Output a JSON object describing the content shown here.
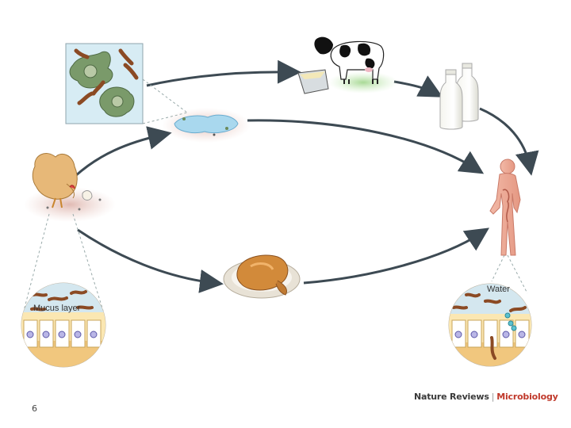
{
  "figure": {
    "labels": {
      "mucus_layer": "Mucus layer",
      "water": "Water"
    },
    "source_credit": {
      "journal": "Nature Reviews",
      "separator": "|",
      "section": "Microbiology"
    }
  },
  "slide": {
    "number": "6"
  }
}
